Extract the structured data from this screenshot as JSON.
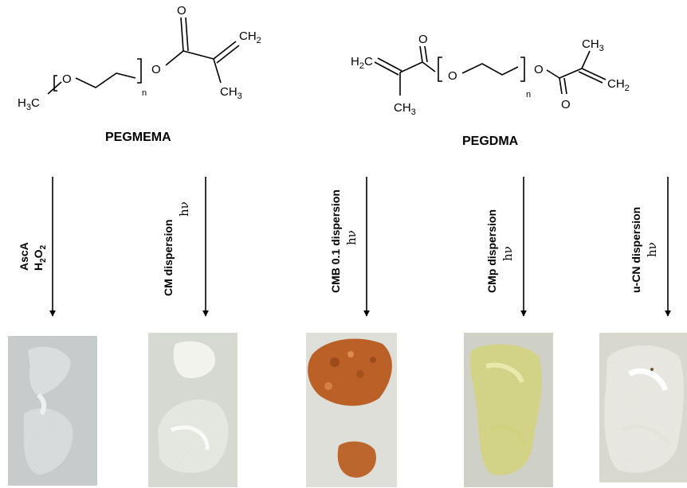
{
  "molecules": {
    "pegmema": {
      "name": "PEGMEMA",
      "atoms": {
        "o_ether": "O",
        "o_ester": "O",
        "o_carbonyl": "O",
        "ch2": "CH",
        "ch2_sub": "2",
        "ch3": "CH",
        "ch3_sub": "3",
        "h3c": "H",
        "h3c_sub": "3",
        "h3c_c": "C",
        "n": "n"
      }
    },
    "pegdma": {
      "name": "PEGDMA",
      "atoms": {
        "h2c": "H",
        "h2c_sub": "2",
        "h2c_c": "C",
        "o_top": "O",
        "o_ring": "O",
        "o_ester": "O",
        "o_bottom": "O",
        "ch3_top": "CH",
        "ch3_top_sub": "3",
        "ch3_bot": "CH",
        "ch3_bot_sub": "3",
        "ch2_right": "CH",
        "ch2_right_sub": "2",
        "n": "n"
      }
    }
  },
  "conditions": [
    {
      "line1": "AscA",
      "line2_main": "H",
      "line2_sub1": "2",
      "line2_mid": "O",
      "line2_sub2": "2"
    },
    {
      "line1": "CM dispersion",
      "line2": "hν"
    },
    {
      "line1": "CMB 0.1 dispersion",
      "line2": "hν"
    },
    {
      "line1": "CMp dispersion",
      "line2": "hν"
    },
    {
      "line1": "u-CN dispersion",
      "line2": "hν"
    }
  ],
  "samples": [
    {
      "label": "clear transparent hydrogel",
      "color": "#c9cccd"
    },
    {
      "label": "translucent white hydrogel",
      "color": "#dadcd6"
    },
    {
      "label": "orange-brown porous hydrogel",
      "color": "#c56a2e"
    },
    {
      "label": "pale yellow hydrogel",
      "color": "#dcdc8e"
    },
    {
      "label": "opaque white hydrogel",
      "color": "#ebebe4"
    }
  ]
}
